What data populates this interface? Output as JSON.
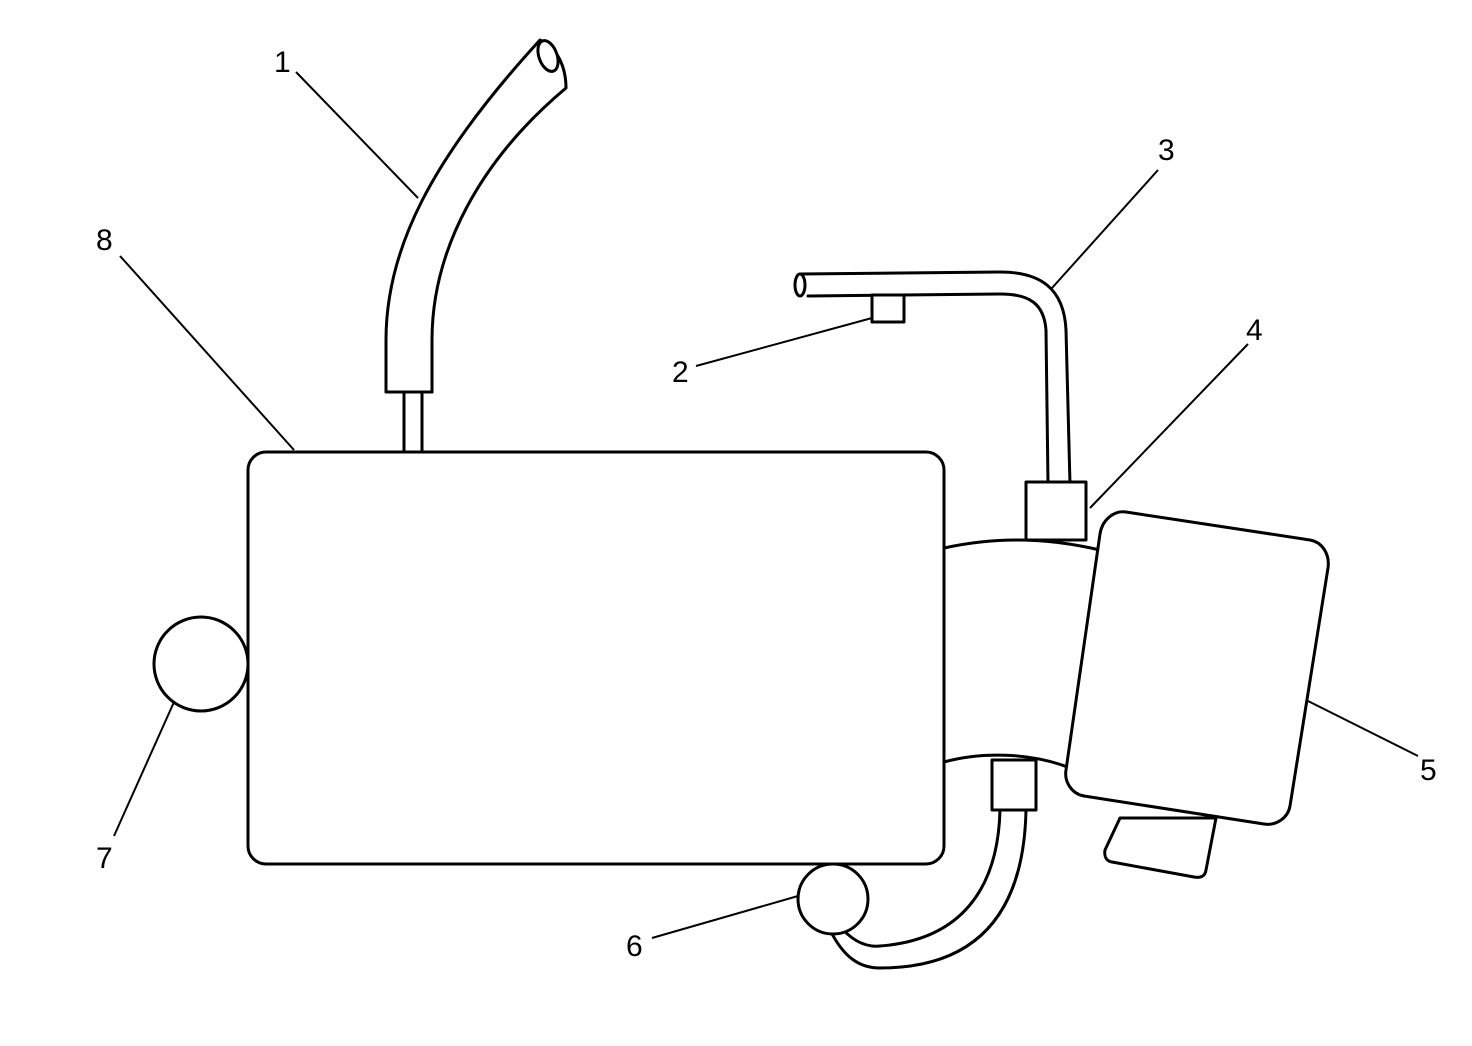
{
  "callouts": {
    "c1": "1",
    "c2": "2",
    "c3": "3",
    "c4": "4",
    "c5": "5",
    "c6": "6",
    "c7": "7",
    "c8": "8"
  },
  "colors": {
    "stroke": "#000000",
    "background": "#ffffff"
  }
}
